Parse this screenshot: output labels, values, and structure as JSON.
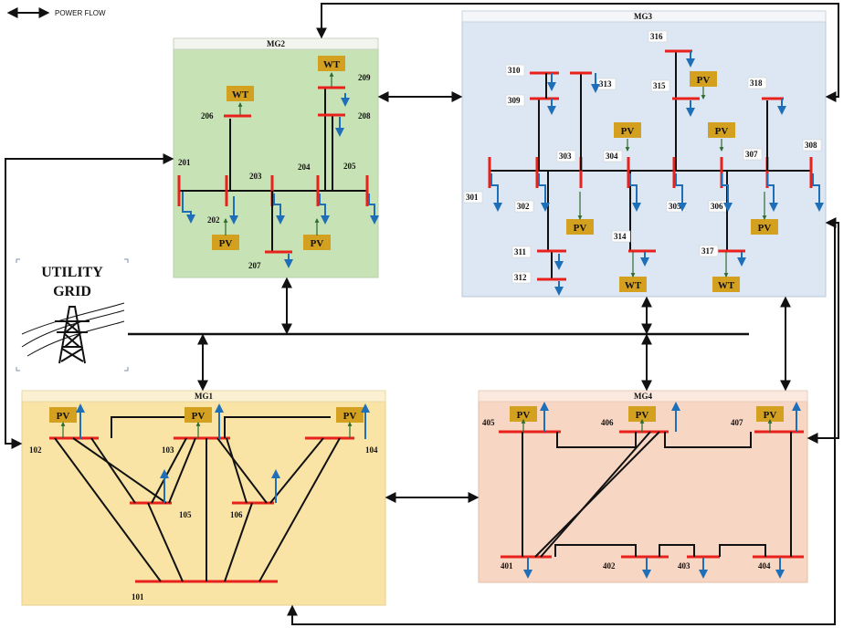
{
  "legend": {
    "label": "POWER FLOW"
  },
  "utility_grid": {
    "line1": "UTILITY",
    "line2": "GRID"
  },
  "colors": {
    "bus": "#e8211d",
    "line": "#111111",
    "load": "#1f6fb8",
    "source_box": "#d4a020",
    "mg1_bg": "#f9e4a6",
    "mg2_bg": "#c7e3b6",
    "mg3_bg": "#dce7f3",
    "mg4_bg": "#f7d6c4"
  },
  "microgrids": {
    "mg1": {
      "title": "MG1",
      "nodes": [
        "101",
        "102",
        "103",
        "104",
        "105",
        "106"
      ],
      "sources": [
        "PV",
        "PV",
        "PV"
      ]
    },
    "mg2": {
      "title": "MG2",
      "nodes": [
        "201",
        "202",
        "203",
        "204",
        "205",
        "206",
        "207",
        "208",
        "209"
      ],
      "sources": [
        "WT",
        "WT",
        "PV",
        "PV"
      ]
    },
    "mg3": {
      "title": "MG3",
      "nodes": [
        "301",
        "302",
        "303",
        "304",
        "305",
        "306",
        "307",
        "308",
        "309",
        "310",
        "311",
        "312",
        "313",
        "314",
        "315",
        "316",
        "317",
        "318"
      ],
      "sources": [
        "PV",
        "PV",
        "PV",
        "PV",
        "PV",
        "WT",
        "WT"
      ]
    },
    "mg4": {
      "title": "MG4",
      "nodes": [
        "401",
        "402",
        "403",
        "404",
        "405",
        "406",
        "407"
      ],
      "sources": [
        "PV",
        "PV",
        "PV"
      ]
    }
  }
}
